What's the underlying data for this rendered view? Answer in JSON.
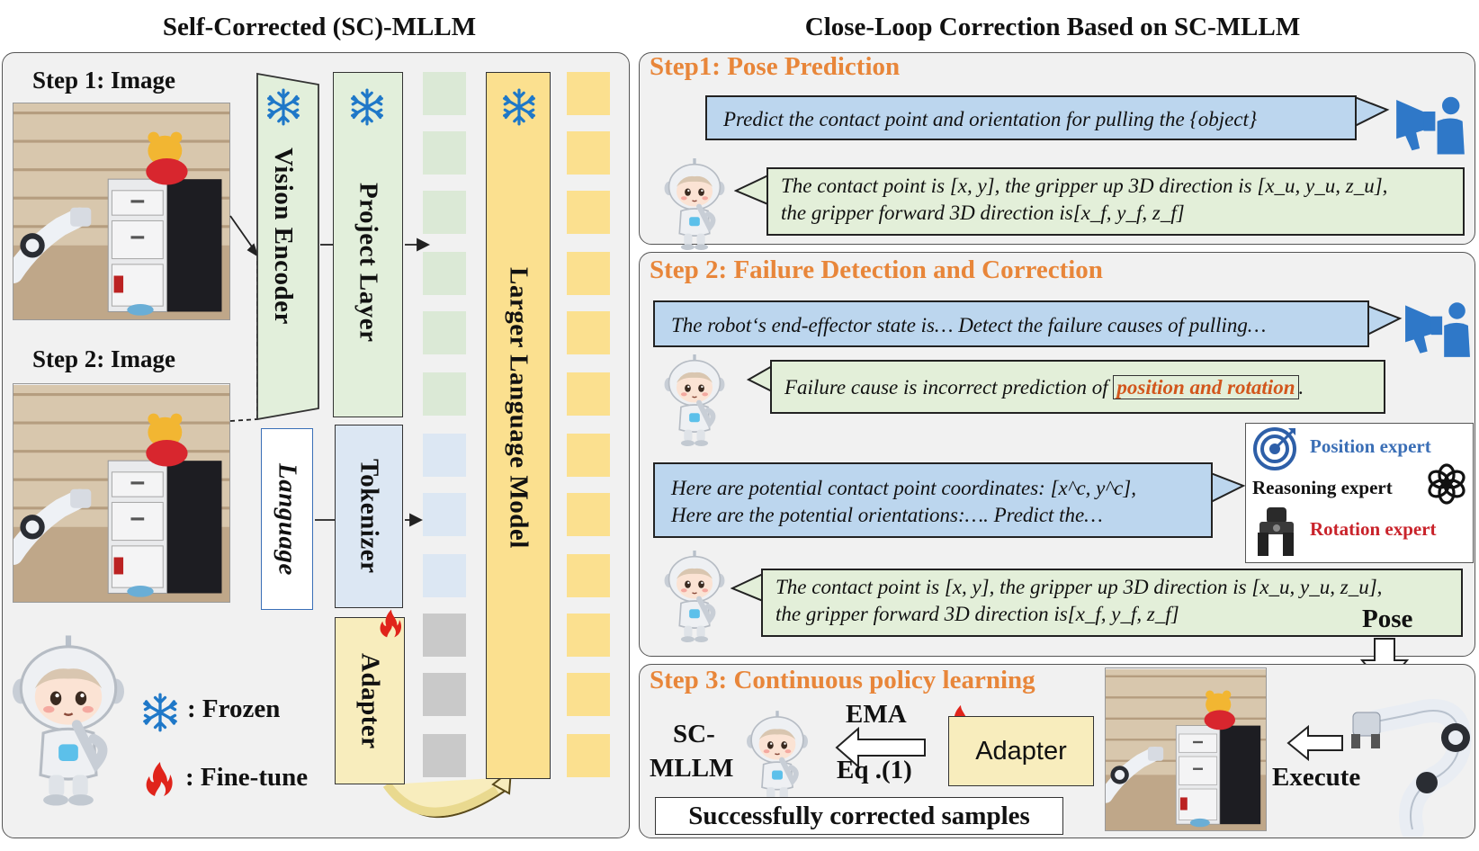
{
  "titles": {
    "left": "Self-Corrected (SC)-MLLM",
    "right": "Close-Loop Correction Based on SC-MLLM"
  },
  "left_panel": {
    "step1_label": "Step 1: Image",
    "step2_label": "Step 2: Image",
    "vision_encoder": "Vision Encoder",
    "project_layer": "Project Layer",
    "language": "Language",
    "tokenizer": "Tokenizer",
    "adapter": "Adapter",
    "llm": "Larger Language Model",
    "legend_frozen": ": Frozen",
    "legend_finetune": ": Fine-tune"
  },
  "step1": {
    "title": "Step1: Pose Prediction",
    "prompt": "Predict the contact point and orientation for pulling the {object}",
    "response_line1": "The contact point is [x, y], the gripper up 3D direction is [x_u, y_u, z_u],",
    "response_line2": "the gripper forward 3D direction is[x_f, y_f, z_f]"
  },
  "step2": {
    "title": "Step 2: Failure Detection and Correction",
    "prompt": "The robot‘s end-effector state is…   Detect the failure causes of pulling…",
    "failure_prefix": "Failure cause is incorrect prediction of",
    "failure_highlight": "position and rotation",
    "failure_suffix": ".",
    "hint_line1": "Here are potential contact point coordinates: [x^c, y^c],",
    "hint_line2": "Here are the potential orientations:…. Predict the…",
    "expert_position": "Position expert",
    "expert_reasoning": "Reasoning expert",
    "expert_rotation": "Rotation expert",
    "response_line1": "The contact point is [x, y], the gripper up 3D direction is [x_u, y_u, z_u],",
    "response_line2": "the gripper forward 3D direction is[x_f, y_f, z_f]",
    "pose_label": "Pose"
  },
  "step3": {
    "title": "Step 3: Continuous policy learning",
    "sc_mllm_line1": "SC-",
    "sc_mllm_line2": "MLLM",
    "ema": "EMA",
    "eq": "Eq .(1)",
    "adapter": "Adapter",
    "execute": "Execute",
    "samples": "Successfully corrected samples"
  },
  "colors": {
    "step_title": "#e8863a",
    "prompt_bubble": "#bcd6ee",
    "response_bubble": "#e3efd9",
    "highlight_text": "#d2561c",
    "expert_blue": "#3b6fb6",
    "expert_red": "#c9232b",
    "frozen_icon": "#1f78c8",
    "finetune_icon": "#e0241b"
  },
  "icons": [
    "snowflake-icon",
    "flame-icon",
    "megaphone-user-icon",
    "robot-mascot-icon",
    "target-icon",
    "openai-icon",
    "gripper-icon"
  ]
}
